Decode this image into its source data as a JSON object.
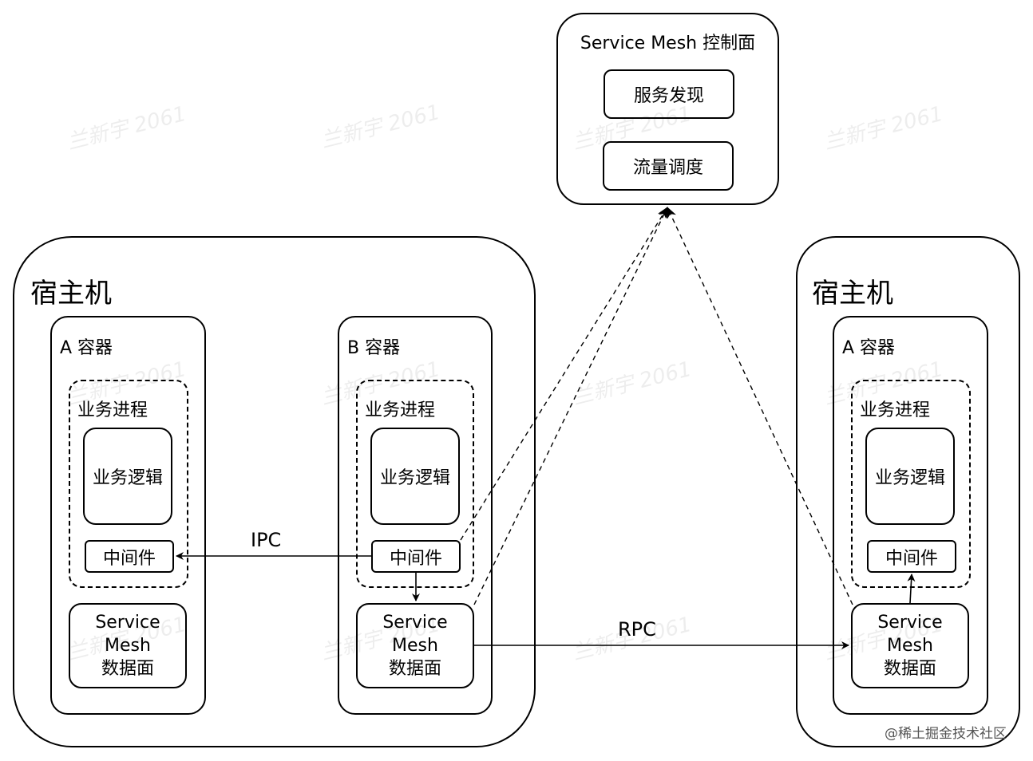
{
  "control_plane": {
    "title": "Service Mesh 控制面",
    "service_discovery": "服务发现",
    "traffic_scheduling": "流量调度"
  },
  "host_left": {
    "title": "宿主机",
    "container_a": {
      "title": "A 容器",
      "process": "业务进程",
      "logic": "业务逻辑",
      "middleware": "中间件",
      "data_plane": [
        "Service",
        "Mesh",
        "数据面"
      ]
    },
    "container_b": {
      "title": "B 容器",
      "process": "业务进程",
      "logic": "业务逻辑",
      "middleware": "中间件",
      "data_plane": [
        "Service",
        "Mesh",
        "数据面"
      ]
    }
  },
  "host_right": {
    "title": "宿主机",
    "container_a": {
      "title": "A 容器",
      "process": "业务进程",
      "logic": "业务逻辑",
      "middleware": "中间件",
      "data_plane": [
        "Service",
        "Mesh",
        "数据面"
      ]
    }
  },
  "edges": {
    "ipc_label": "IPC",
    "rpc_label": "RPC"
  },
  "watermark": {
    "text": "兰新宇 2061",
    "site": "@稀土掘金技术社区"
  }
}
